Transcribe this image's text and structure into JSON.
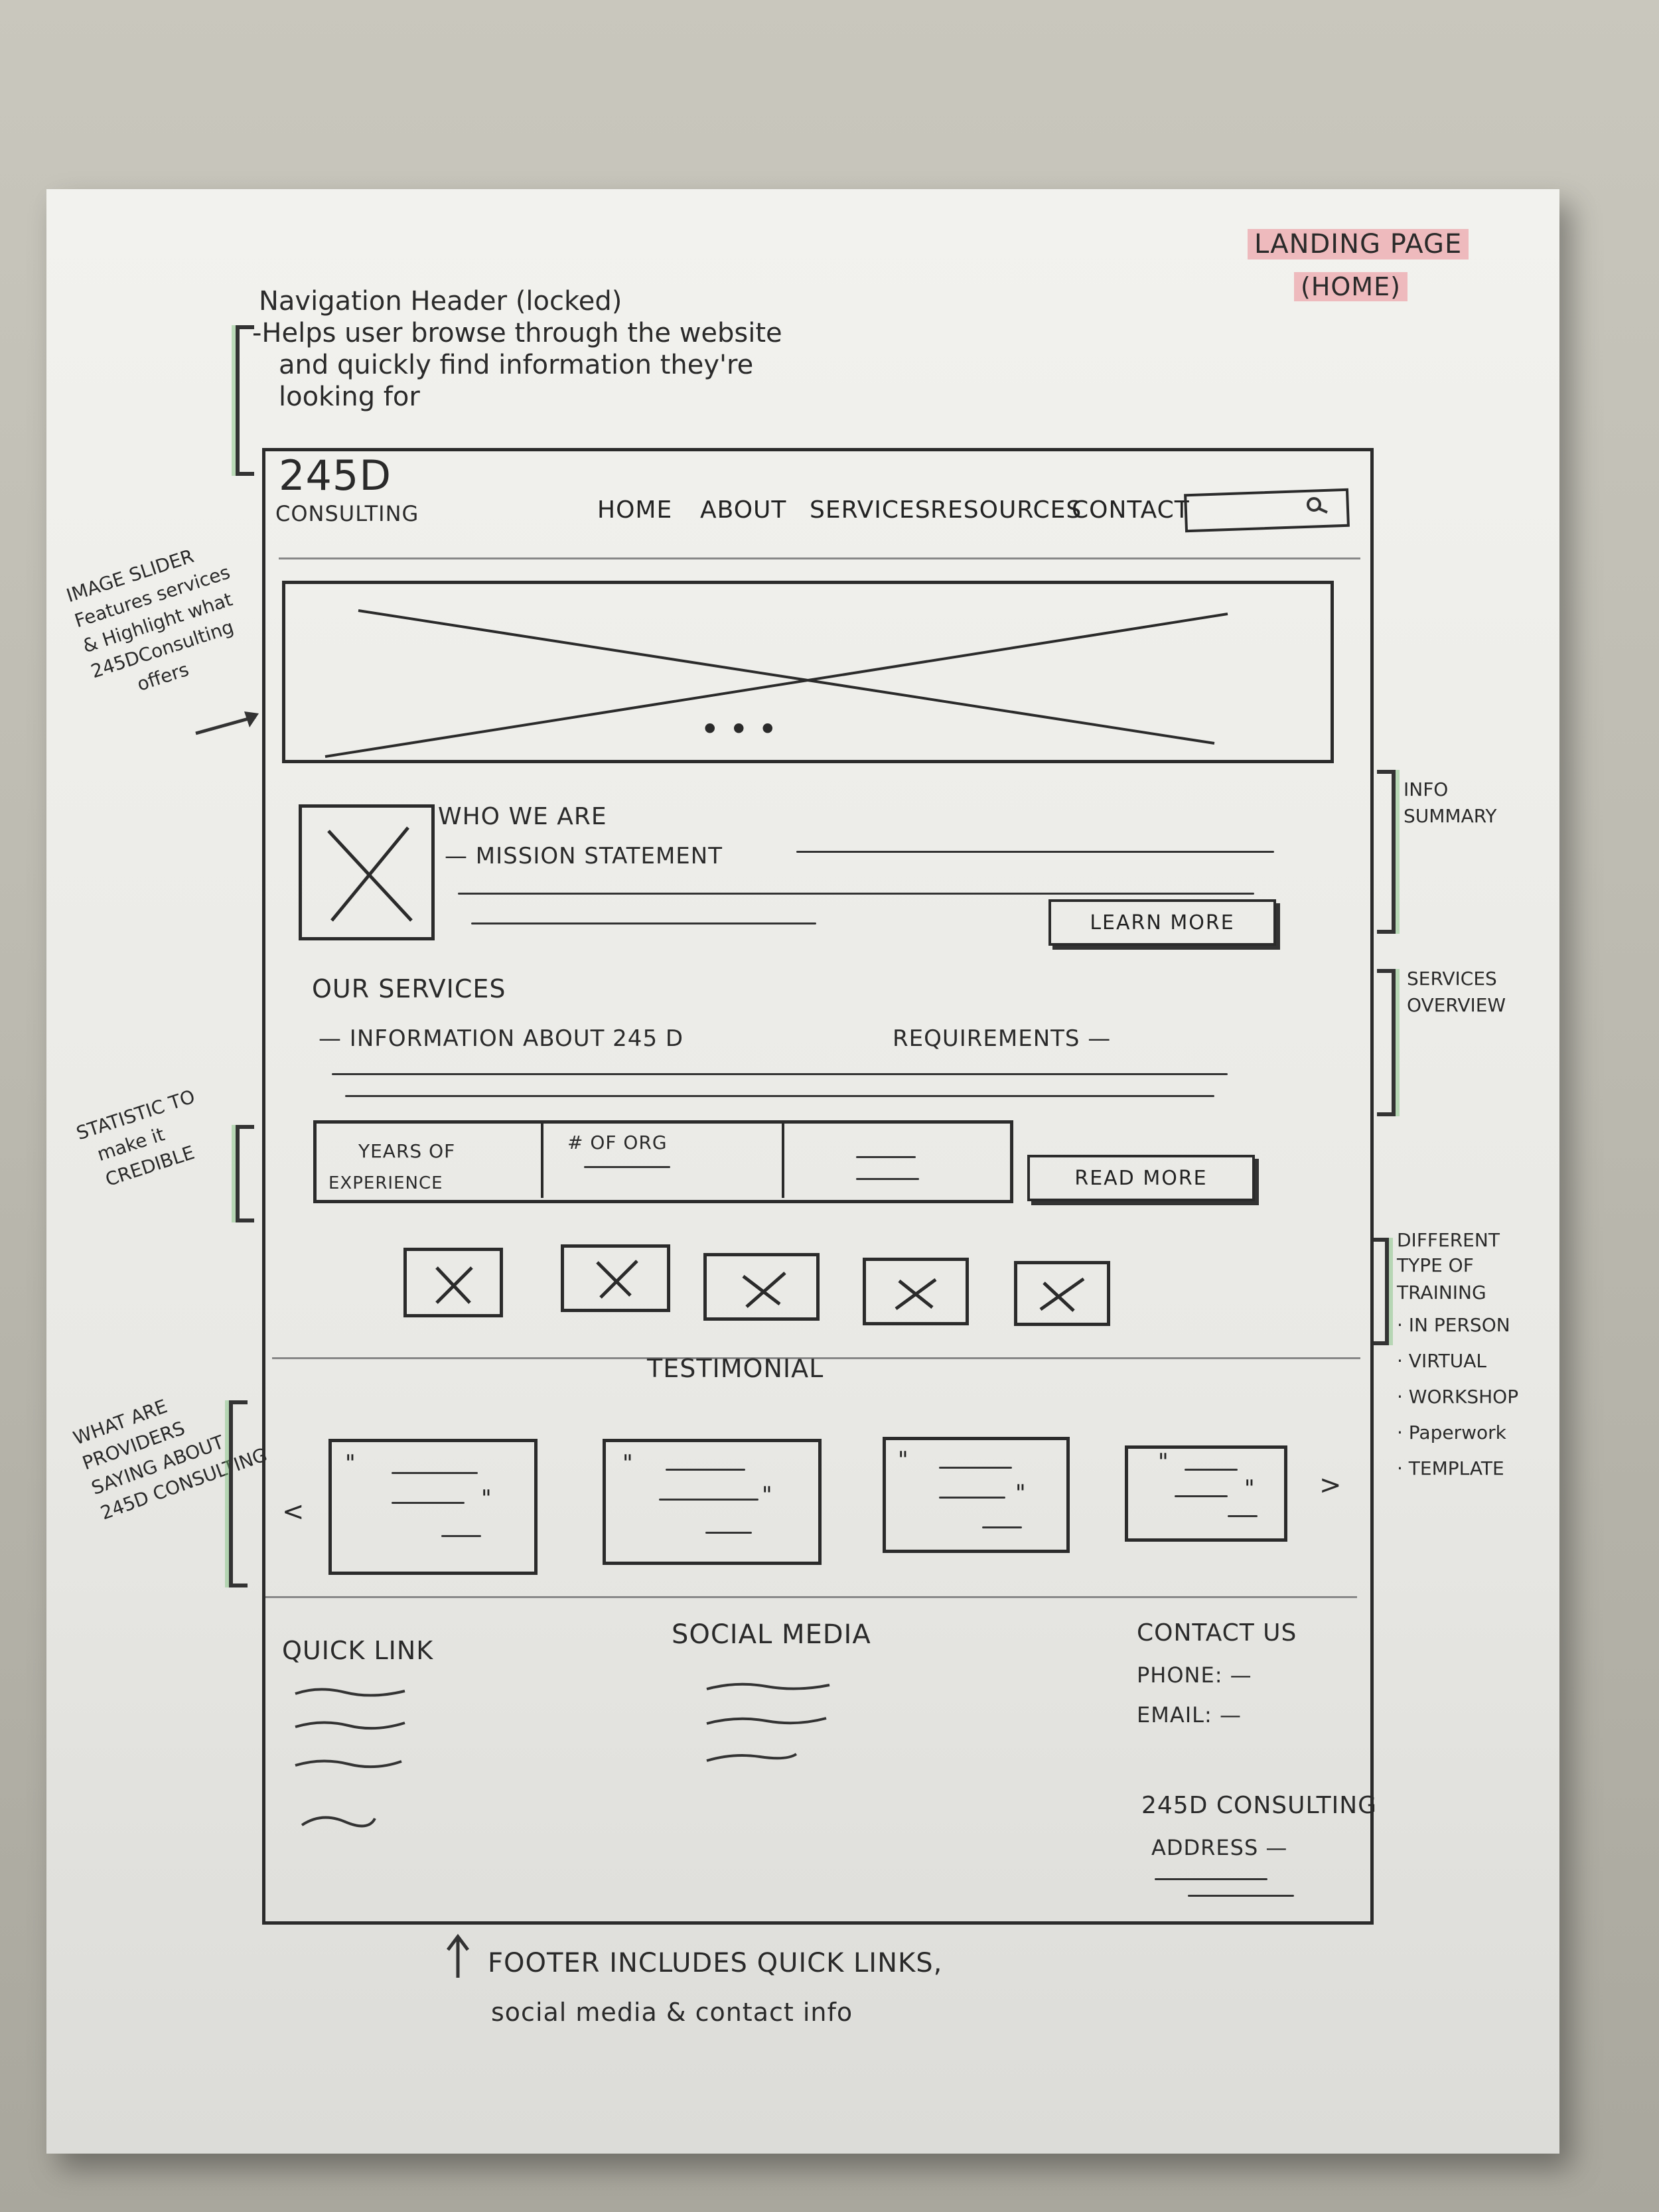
{
  "annotations": {
    "page_label_line1": "LANDING PAGE",
    "page_label_line2": "(HOME)",
    "nav_note_title": "Navigation Header (locked)",
    "nav_note_line1": "-Helps user browse through the website",
    "nav_note_line2": "and quickly find information they're",
    "nav_note_line3": "looking for",
    "slider_note": [
      "IMAGE SLIDER",
      "Features services",
      "& Highlight what",
      "245DConsulting",
      "offers"
    ],
    "info_summary": [
      "INFO",
      "SUMMARY"
    ],
    "services_overview": [
      "SERVICES",
      "OVERVIEW"
    ],
    "statistic_note": [
      "STATISTIC TO",
      "make it",
      "CREDIBLE"
    ],
    "training_note": [
      "DIFFERENT",
      "TYPE OF",
      "TRAINING",
      "· IN PERSON",
      "· VIRTUAL",
      "· WORKSHOP",
      "· Paperwork",
      "· TEMPLATE"
    ],
    "testimonial_note": [
      "WHAT ARE",
      "PROVIDERS",
      "SAYING ABOUT",
      "245D CONSULTING"
    ],
    "footer_note_line1": "FOOTER INCLUDES QUICK LINKS,",
    "footer_note_line2": "social media & contact info"
  },
  "header": {
    "logo_top": "245D",
    "logo_bottom": "CONSULTING",
    "nav": [
      "HOME",
      "ABOUT",
      "SERVICES",
      "RESOURCES",
      "CONTACT"
    ]
  },
  "who_we_are": {
    "title": "WHO WE ARE",
    "mission": "— MISSION STATEMENT",
    "button": "LEARN MORE"
  },
  "services": {
    "title": "OUR SERVICES",
    "info": "— INFORMATION ABOUT 245 D",
    "info_end": "REQUIREMENTS —",
    "stats": [
      "YEARS OF",
      "EXPERIENCE",
      "# OF ORG"
    ],
    "button": "READ MORE"
  },
  "testimonial": {
    "title": "TESTIMONIAL",
    "prev": "<",
    "next": ">"
  },
  "footer": {
    "quick_link": "QUICK LINK",
    "social_media": "SOCIAL MEDIA",
    "contact_us": "CONTACT US",
    "phone": "PHONE: —",
    "email": "EMAIL: —",
    "company": "245D CONSULTING",
    "address": "ADDRESS —"
  }
}
